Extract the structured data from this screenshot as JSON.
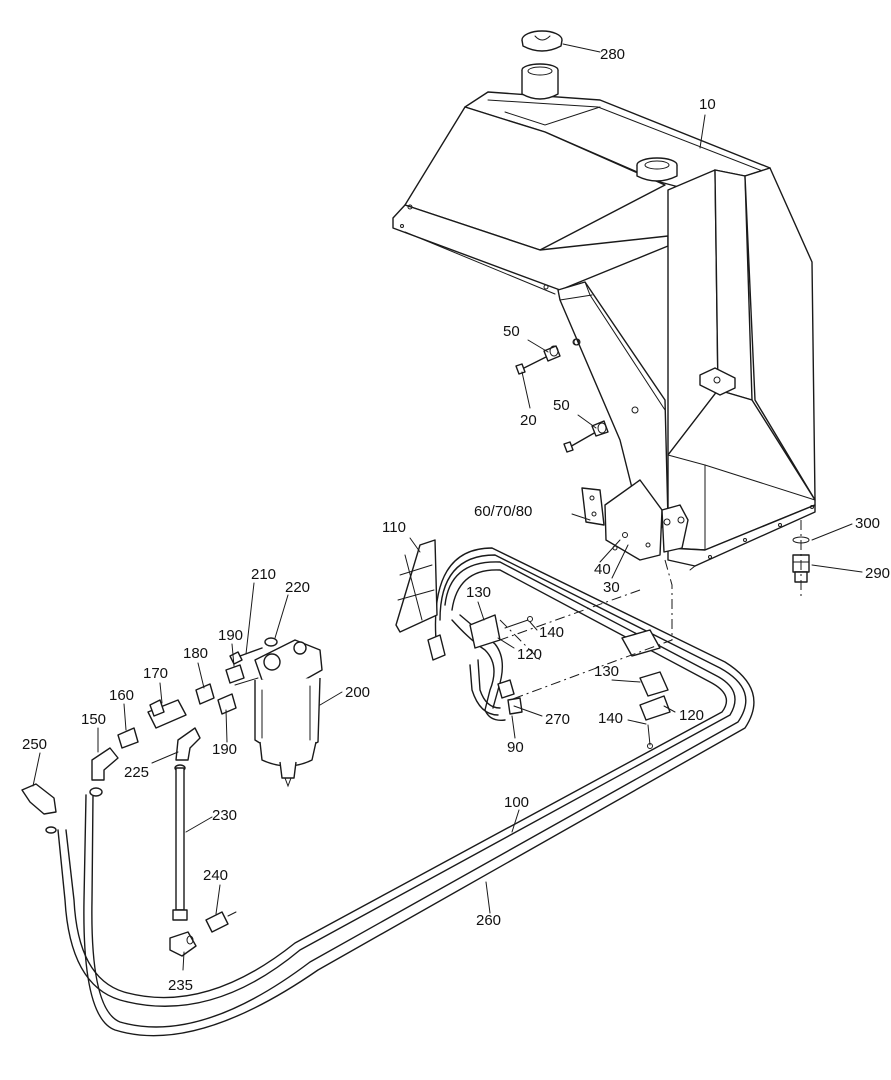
{
  "callouts": [
    {
      "id": "c280",
      "label": "280"
    },
    {
      "id": "c10",
      "label": "10"
    },
    {
      "id": "c50a",
      "label": "50"
    },
    {
      "id": "c20",
      "label": "20"
    },
    {
      "id": "c50b",
      "label": "50"
    },
    {
      "id": "c60",
      "label": "60/70/80"
    },
    {
      "id": "c40",
      "label": "40"
    },
    {
      "id": "c30",
      "label": "30"
    },
    {
      "id": "c300",
      "label": "300"
    },
    {
      "id": "c290",
      "label": "290"
    },
    {
      "id": "c110",
      "label": "110"
    },
    {
      "id": "c130a",
      "label": "130"
    },
    {
      "id": "c140a",
      "label": "140"
    },
    {
      "id": "c120a",
      "label": "120"
    },
    {
      "id": "c130b",
      "label": "130"
    },
    {
      "id": "c270",
      "label": "270"
    },
    {
      "id": "c140b",
      "label": "140"
    },
    {
      "id": "c120b",
      "label": "120"
    },
    {
      "id": "c90",
      "label": "90"
    },
    {
      "id": "c210",
      "label": "210"
    },
    {
      "id": "c220",
      "label": "220"
    },
    {
      "id": "c190a",
      "label": "190"
    },
    {
      "id": "c180",
      "label": "180"
    },
    {
      "id": "c170",
      "label": "170"
    },
    {
      "id": "c200",
      "label": "200"
    },
    {
      "id": "c160",
      "label": "160"
    },
    {
      "id": "c150",
      "label": "150"
    },
    {
      "id": "c190b",
      "label": "190"
    },
    {
      "id": "c250",
      "label": "250"
    },
    {
      "id": "c225",
      "label": "225"
    },
    {
      "id": "c230",
      "label": "230"
    },
    {
      "id": "c100",
      "label": "100"
    },
    {
      "id": "c240",
      "label": "240"
    },
    {
      "id": "c260",
      "label": "260"
    },
    {
      "id": "c235",
      "label": "235"
    }
  ]
}
